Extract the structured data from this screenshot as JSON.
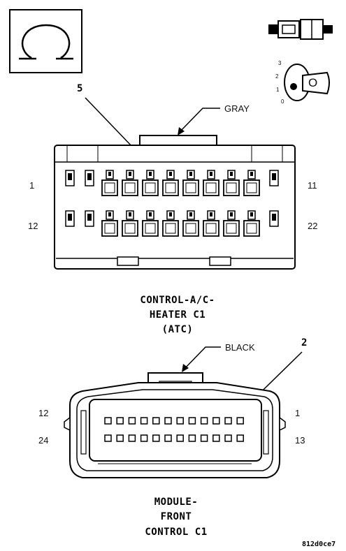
{
  "connector_top": {
    "callout_color": "GRAY",
    "callout_pin": "5",
    "pin_left_top": "1",
    "pin_right_top": "11",
    "pin_left_bottom": "12",
    "pin_right_bottom": "22",
    "title_lines": [
      "CONTROL-A/C-",
      "HEATER C1",
      "(ATC)"
    ]
  },
  "connector_bottom": {
    "callout_color": "BLACK",
    "callout_pin": "2",
    "pin_left_top": "12",
    "pin_right_top": "1",
    "pin_left_bottom": "24",
    "pin_right_bottom": "13",
    "title_lines": [
      "MODULE-",
      "FRONT",
      "CONTROL C1"
    ]
  },
  "ignition_positions": [
    "3",
    "2",
    "1",
    "0"
  ],
  "key_label": "O",
  "figure_code": "812d0ce7"
}
